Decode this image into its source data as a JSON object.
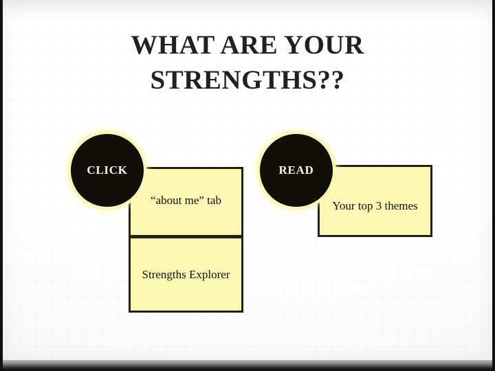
{
  "slide": {
    "title_line_1": "WHAT ARE YOUR",
    "title_line_2": "STRENGTHS??",
    "background_color": "#ffffff",
    "title_color": "#242021"
  },
  "steps": [
    {
      "circle_label": "CLICK",
      "circle_color": "#120f0b",
      "circle_text_color": "#fdf8dc",
      "glow_color": "#fbf8b4"
    },
    {
      "circle_label": "READ",
      "circle_color": "#120f0b",
      "circle_text_color": "#fdf8dc",
      "glow_color": "#fbf8b4"
    }
  ],
  "boxes": [
    {
      "id": "about-me",
      "text": "“about me” tab",
      "fill_color": "#fbf8b4",
      "border_color": "#231f17"
    },
    {
      "id": "strengths-explorer",
      "text": "Strengths Explorer",
      "fill_color": "#fbf8b4",
      "border_color": "#231f17"
    },
    {
      "id": "top-themes",
      "text": "Your top 3 themes",
      "fill_color": "#fbf8b4",
      "border_color": "#231f17"
    }
  ]
}
